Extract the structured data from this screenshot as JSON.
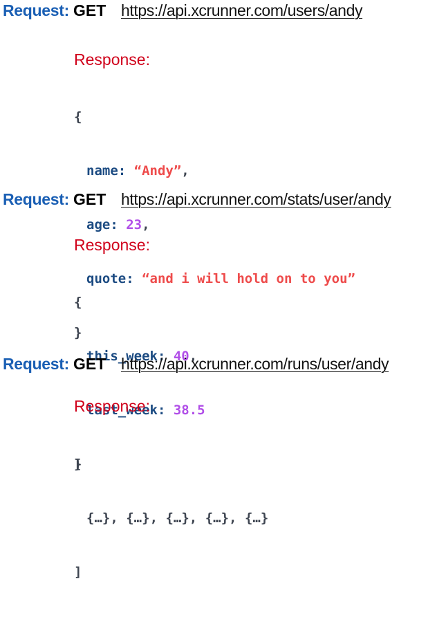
{
  "requests": [
    {
      "label": "Request:",
      "method": "GET",
      "url": "https://api.xcrunner.com/users/andy",
      "response_label": "Response:",
      "open": "{",
      "close": "}",
      "fields": [
        {
          "key": "name",
          "value": "“Andy”",
          "sep": ","
        },
        {
          "key": "age",
          "value": "23",
          "sep": ","
        },
        {
          "key": "quote",
          "value": "“and i will hold on to you”",
          "sep": ""
        }
      ]
    },
    {
      "label": "Request:",
      "method": "GET",
      "url": "https://api.xcrunner.com/stats/user/andy",
      "response_label": "Response:",
      "open": "{",
      "close": "}",
      "fields": [
        {
          "key": "this_week",
          "value": "40",
          "sep": ","
        },
        {
          "key": "last_week",
          "value": "38.5",
          "sep": ""
        }
      ]
    },
    {
      "label": "Request:",
      "method": "GET",
      "url": "https://api.xcrunner.com/runs/user/andy",
      "response_label": "Response:",
      "open": "[",
      "close": "]",
      "items": [
        "{…}",
        "{…}",
        "{…}",
        "{…}",
        "{…}"
      ],
      "item_sep": ","
    }
  ],
  "colors": {
    "request_label": "#1a5fb4",
    "response_label": "#d0021b",
    "key": "#1c4b82",
    "string": "#ee4b4b",
    "number": "#b14fe8"
  }
}
